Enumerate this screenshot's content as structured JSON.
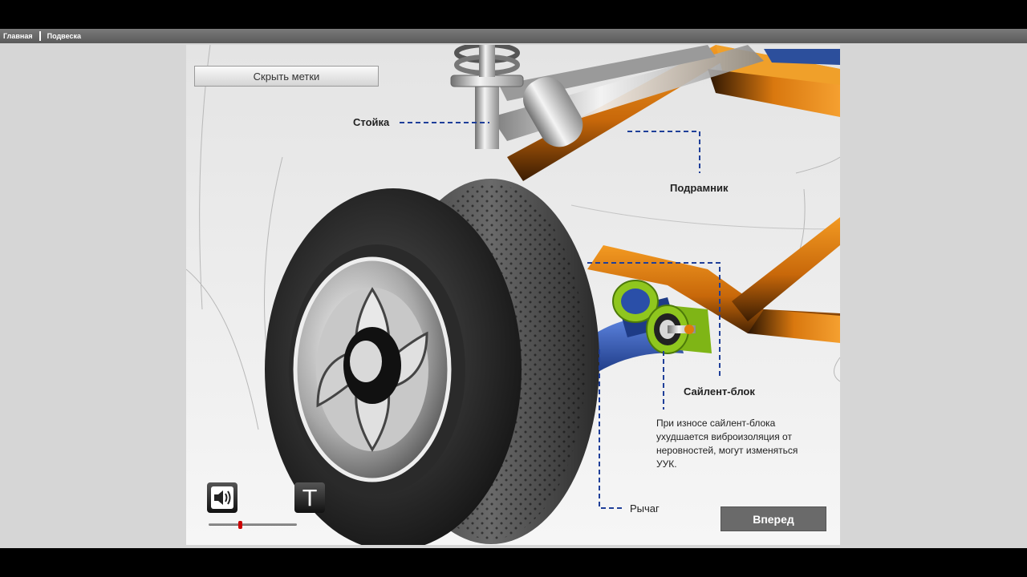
{
  "nav": {
    "home": "Главная",
    "section": "Подвеска"
  },
  "controls": {
    "hide_labels": "Скрыть метки",
    "text_toggle": "T",
    "next": "Вперед",
    "volume_level": 0.35
  },
  "labels": {
    "strut": "Стойка",
    "subframe": "Подрамник",
    "silent_block": "Сайлент-блок",
    "arm": "Рычаг"
  },
  "description": "При износе сайлент-блока ухудшается виброизоляция от неровностей, могут изменяться УУК.",
  "colors": {
    "frame_orange": "#e07c0a",
    "arm_blue": "#2f57b5",
    "bushing_green": "#8fc61e",
    "leader_line": "#1f3f99"
  }
}
